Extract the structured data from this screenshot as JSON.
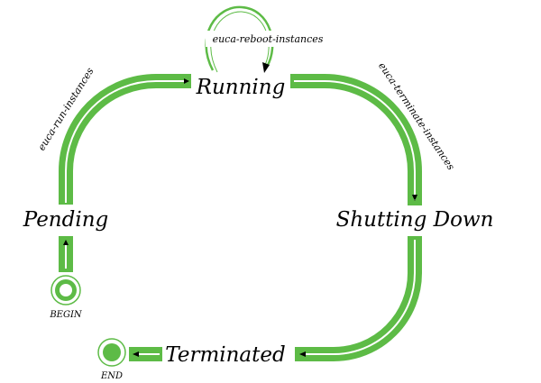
{
  "states": {
    "running": "Running",
    "pending": "Pending",
    "shutting_down": "Shutting Down",
    "terminated": "Terminated"
  },
  "transitions": {
    "run": "euca-run-instances",
    "reboot": "euca-reboot-instances",
    "terminate": "euca-terminate-instances"
  },
  "markers": {
    "begin": "BEGIN",
    "end": "END"
  },
  "colors": {
    "accent": "#5dbb46",
    "arrow_inner": "#ffffff",
    "text": "#000000"
  }
}
